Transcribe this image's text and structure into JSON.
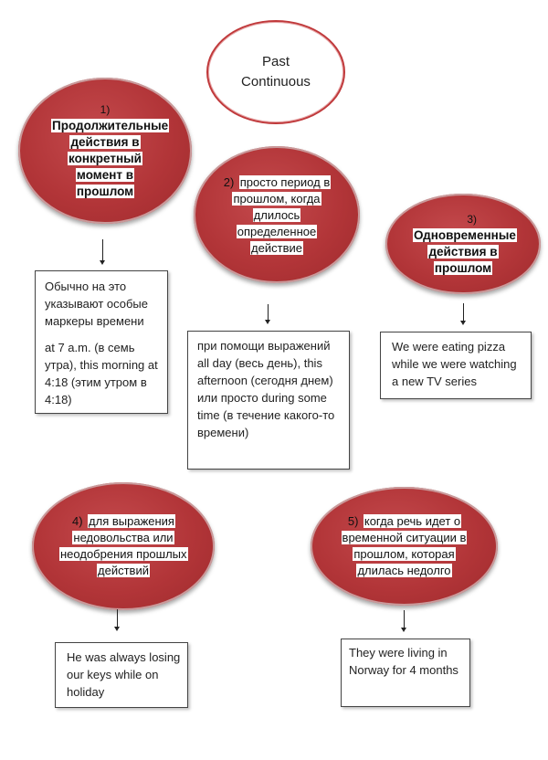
{
  "title": {
    "line1": "Past",
    "line2": "Continuous"
  },
  "nodes": [
    {
      "number": "1)",
      "label": "Продолжительные действия в конкретный момент в прошлом"
    },
    {
      "number": "2)",
      "label": "просто период в прошлом, когда длилось определенное действие"
    },
    {
      "number": "3)",
      "label": "Одновременные действия в прошлом"
    },
    {
      "number": "4)",
      "label": "для выражения недовольства или неодобрения прошлых действий"
    },
    {
      "number": "5)",
      "label": "когда речь идет о временной ситуации в прошлом, которая длилась недолго"
    }
  ],
  "boxes": [
    {
      "p1": "Обычно на это указывают особые маркеры времени",
      "p2": "at 7 a.m. (в семь утра), this morning at 4:18 (этим утром в 4:18)"
    },
    {
      "p1": "при помощи выражений all day (весь день), this afternoon (сегодня днем) или просто during some time (в течение какого-то времени)"
    },
    {
      "p1": "We were eating pizza while we were watching a new TV series"
    },
    {
      "p1": "He was always losing our keys while on holiday"
    },
    {
      "p1": "They were living in Norway for 4 months"
    }
  ]
}
